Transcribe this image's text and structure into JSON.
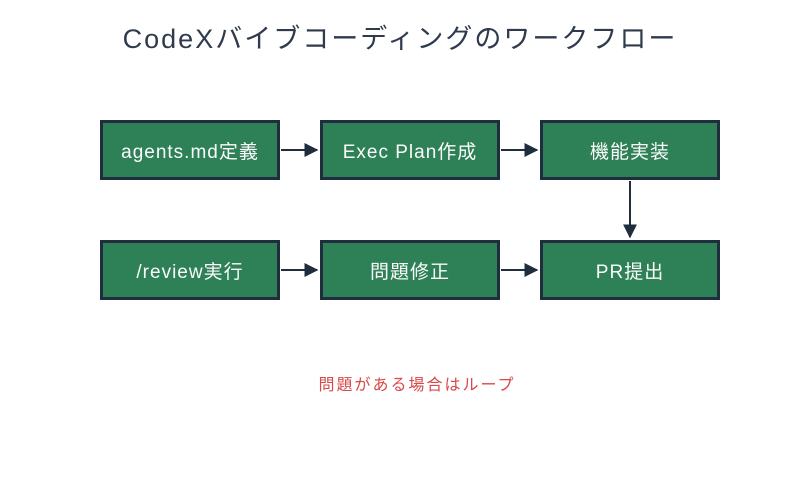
{
  "title": "CodeXバイブコーディングのワークフロー",
  "diagram": {
    "type": "flowchart",
    "nodes": [
      {
        "id": "define-agents-md",
        "label": "agents.md定義"
      },
      {
        "id": "create-exec-plan",
        "label": "Exec Plan作成"
      },
      {
        "id": "implement-feature",
        "label": "機能実装"
      },
      {
        "id": "run-review",
        "label": "/review実行"
      },
      {
        "id": "fix-issues",
        "label": "問題修正"
      },
      {
        "id": "submit-pr",
        "label": "PR提出"
      }
    ],
    "edges": [
      {
        "from": "define-agents-md",
        "to": "create-exec-plan"
      },
      {
        "from": "create-exec-plan",
        "to": "implement-feature"
      },
      {
        "from": "implement-feature",
        "to": "submit-pr"
      },
      {
        "from": "run-review",
        "to": "fix-issues"
      },
      {
        "from": "fix-issues",
        "to": "submit-pr"
      }
    ],
    "note": "問題がある場合はループ"
  },
  "colors": {
    "background": "#ffffff",
    "node_fill": "#2e8157",
    "node_border": "#1f2d3d",
    "node_text": "#fafafa",
    "arrow": "#1f2d3d",
    "title_text": "#2f3b4c",
    "note_text": "#d9484a"
  }
}
